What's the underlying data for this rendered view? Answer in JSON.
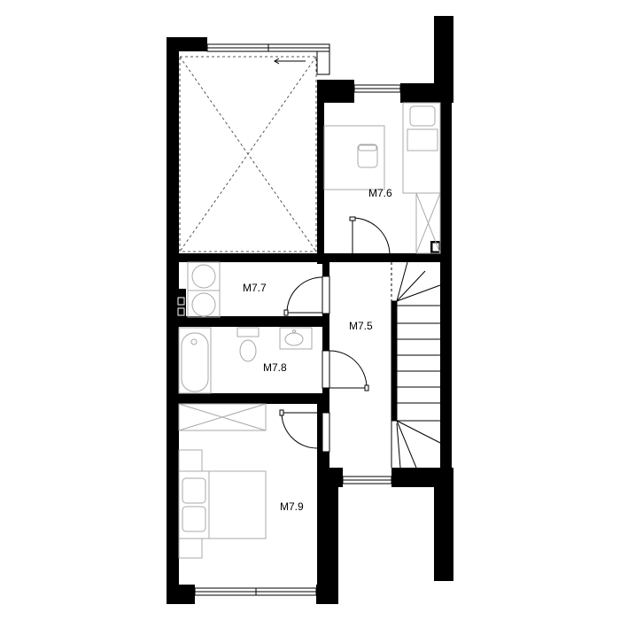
{
  "colors": {
    "wall": "#000000",
    "furniture": "#a8a8a8",
    "hidden_line": "#555555",
    "background": "#ffffff"
  },
  "rooms": [
    {
      "id": "m76",
      "label": "M7.6"
    },
    {
      "id": "m77",
      "label": "M7.7"
    },
    {
      "id": "m75",
      "label": "M7.5"
    },
    {
      "id": "m78",
      "label": "M7.8"
    },
    {
      "id": "m79",
      "label": "M7.9"
    }
  ]
}
